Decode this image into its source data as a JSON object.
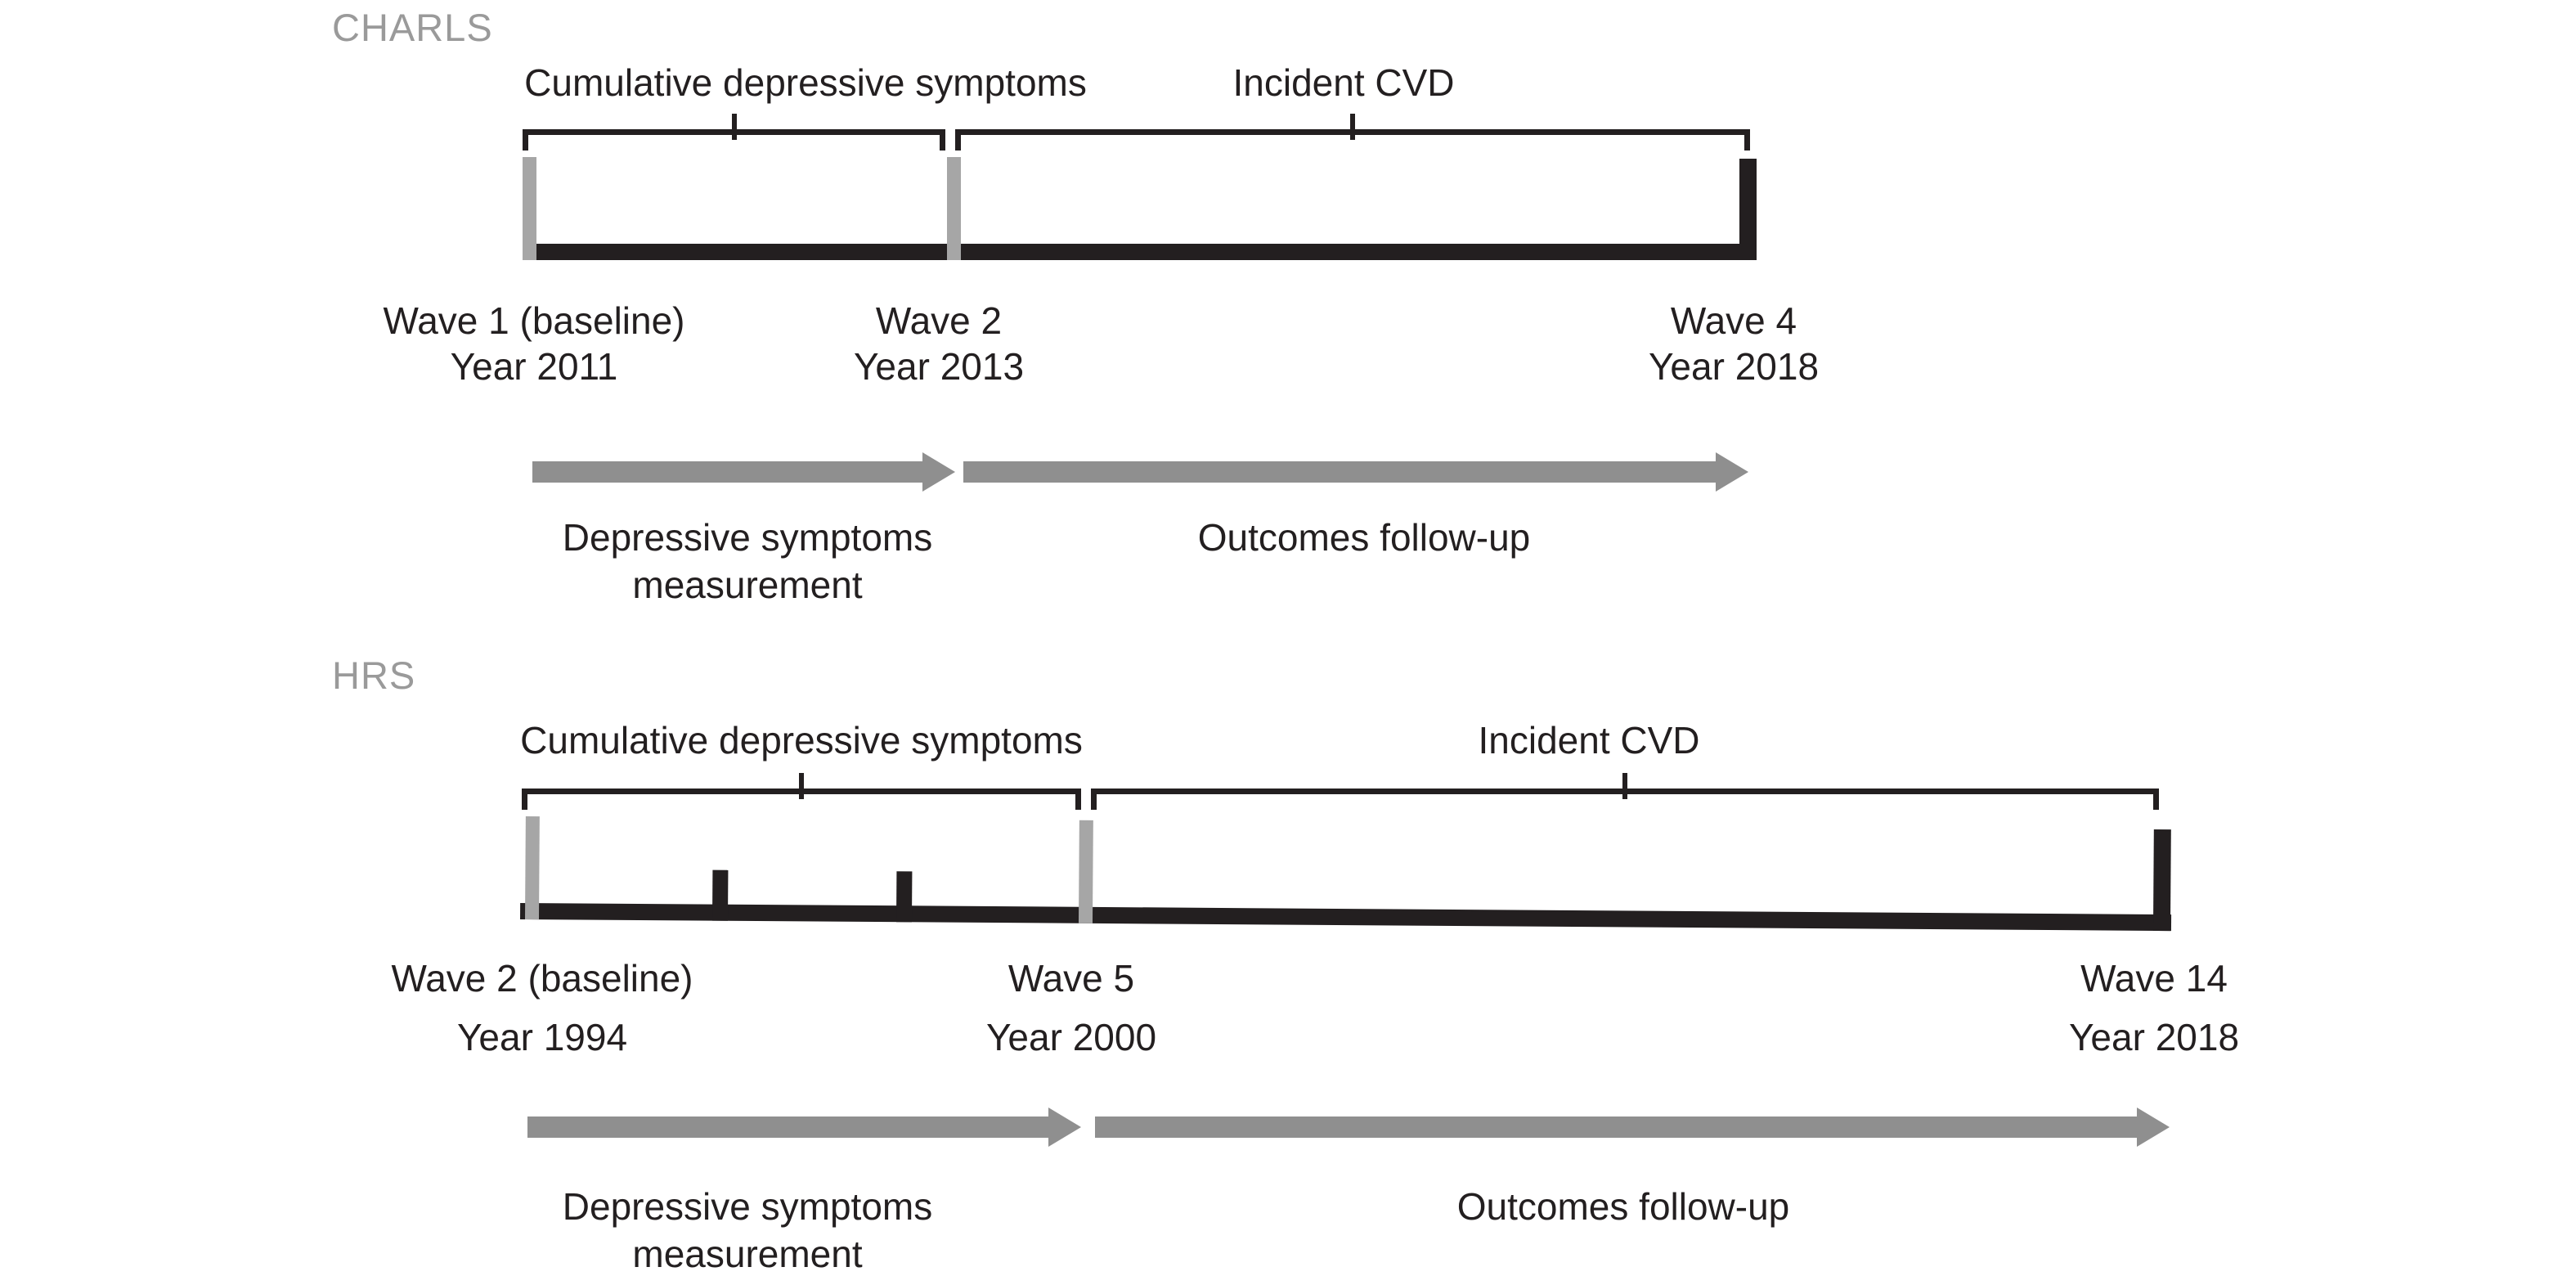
{
  "figure": {
    "type": "study-design-timeline-diagram",
    "colors": {
      "background": "#ffffff",
      "ink": "#231f20",
      "tick-gray": "#a6a6a6",
      "arrow-gray": "#8f8f8f",
      "label-gray": "#9a9a9a"
    }
  },
  "sections": [
    {
      "label": "CHARLS",
      "bracket_labels": [
        "Cumulative depressive symptoms",
        "Incident CVD"
      ],
      "waves": [
        {
          "name": "Wave 1 (baseline)",
          "year": "Year 2011"
        },
        {
          "name": "Wave 2",
          "year": "Year 2013"
        },
        {
          "name": "Wave 4",
          "year": "Year 2018"
        }
      ],
      "arrow_labels": [
        {
          "line1": "Depressive symptoms",
          "line2": "measurement"
        },
        {
          "line1": "Outcomes follow-up",
          "line2": ""
        }
      ]
    },
    {
      "label": "HRS",
      "bracket_labels": [
        "Cumulative depressive symptoms",
        "Incident CVD"
      ],
      "waves": [
        {
          "name": "Wave 2 (baseline)",
          "year": "Year 1994"
        },
        {
          "name": "Wave 5",
          "year": "Year 2000"
        },
        {
          "name": "Wave 14",
          "year": "Year 2018"
        }
      ],
      "arrow_labels": [
        {
          "line1": "Depressive symptoms",
          "line2": "measurement"
        },
        {
          "line1": "Outcomes follow-up",
          "line2": ""
        }
      ]
    }
  ]
}
